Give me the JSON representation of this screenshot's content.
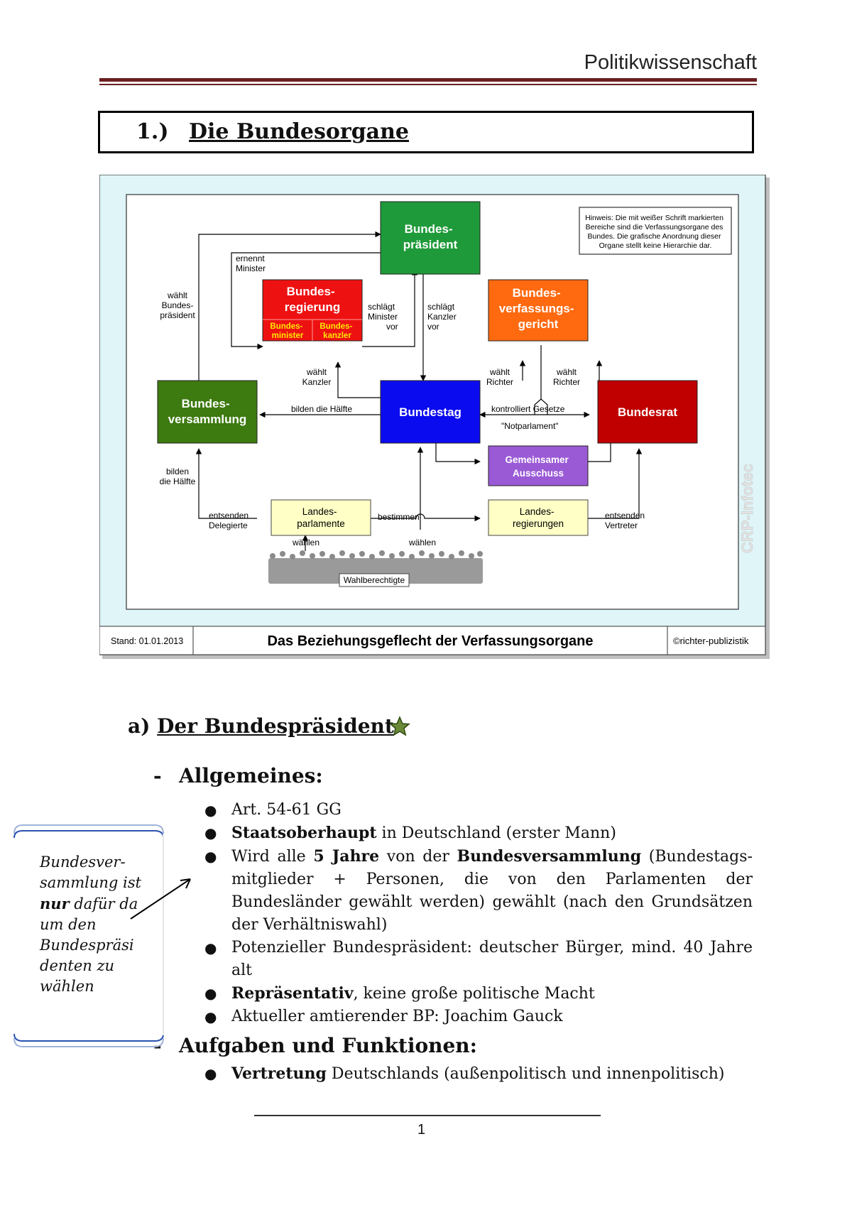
{
  "header": {
    "title": "Politikwissenschaft"
  },
  "chapter": {
    "number": "1.)",
    "title": "Die Bundesorgane"
  },
  "diagram": {
    "hint": [
      "Hinweis: Die mit weißer Schrift markierten",
      "Bereiche sind die Verfassungsorgane des",
      "Bundes. Die grafische Anordnung dieser",
      "Organe stellt keine Hierarchie dar."
    ],
    "boxes": {
      "bundespraesident": [
        "Bundes-",
        "präsident"
      ],
      "bundesregierung": [
        "Bundes-",
        "regierung"
      ],
      "bundesminister": [
        "Bundes-",
        "minister"
      ],
      "bundeskanzler": [
        "Bundes-",
        "kanzler"
      ],
      "bundesverfassungsgericht": [
        "Bundes-",
        "verfassungs-",
        "gericht"
      ],
      "bundesversammlung": [
        "Bundes-",
        "versammlung"
      ],
      "bundestag": "Bundestag",
      "bundesrat": "Bundesrat",
      "gemeinsamer_ausschuss": [
        "Gemeinsamer",
        "Ausschuss"
      ],
      "landesparlamente": [
        "Landes-",
        "parlamente"
      ],
      "landesregierungen": [
        "Landes-",
        "regierungen"
      ],
      "wahlberechtigte": "Wahlberechtigte"
    },
    "labels": {
      "ernennt_minister": [
        "ernennt",
        "Minister"
      ],
      "waehlt_bp": [
        "wählt",
        "Bundes-",
        "präsident"
      ],
      "schlaegt_minister_vor": [
        "schlägt",
        "Minister",
        "vor"
      ],
      "schlaegt_kanzler_vor": [
        "schlägt",
        "Kanzler",
        "vor"
      ],
      "waehlt_kanzler": [
        "wählt",
        "Kanzler"
      ],
      "waehlt_richter_left": [
        "wählt",
        "Richter"
      ],
      "waehlt_richter_right": [
        "wählt",
        "Richter"
      ],
      "bilden_die_haelfte_top": "bilden die Hälfte",
      "kontrolliert_gesetze": "kontrolliert Gesetze",
      "notparlament": "\"Notparlament\"",
      "bilden_die_haelfte_left": [
        "bilden",
        "die Hälfte"
      ],
      "entsenden_delegierte": [
        "entsenden",
        "Delegierte"
      ],
      "bestimmen": "bestimmen",
      "entsenden_vertreter": [
        "entsenden",
        "Vertreter"
      ],
      "waehlen_left": "wählen",
      "waehlen_right": "wählen"
    },
    "watermark": "CRP-Infotec",
    "footer": {
      "stand": "Stand: 01.01.2013",
      "title": "Das Beziehungsgeflecht der Verfassungsorgane",
      "copyright": "©richter-publizistik"
    },
    "colors": {
      "green": "#1f9a3a",
      "red": "#ee1111",
      "orange": "#ff6a10",
      "darkgreen": "#3d7a10",
      "blue": "#0b0bf0",
      "darkred": "#c00000",
      "purple": "#9a5ad6",
      "yellow": "#ffffc6",
      "frame": "#dff5f7",
      "yellowtext": "#ffe800"
    }
  },
  "section_a": {
    "label": "a)",
    "title": "Der Bundespräsident",
    "icon": "star-icon"
  },
  "allgemeines": {
    "heading": "Allgemeines:",
    "items": [
      {
        "pre": "Art. 54-61 GG"
      },
      {
        "bold": "Staatsoberhaupt",
        "rest": " in Deutschland (erster Mann)"
      },
      {
        "rich": true
      },
      {
        "pre": "Potenzieller Bundespräsident: deutscher Bürger, mind. 40 Jahre alt"
      },
      {
        "bold": "Repräsentativ",
        "rest": ", keine große politische Macht"
      },
      {
        "pre": "Aktueller amtierender BP: Joachim Gauck"
      }
    ],
    "item3": {
      "t1": "Wird alle ",
      "b1": "5 Jahre",
      "t2": " von der ",
      "b2": "Bundesversammlung",
      "t3": " (Bundestags-mitglieder + Personen, die von den Parlamenten der Bundesländer gewählt werden) gewählt (nach den Grundsätzen der Verhältniswahl)"
    }
  },
  "aufgaben": {
    "heading": "Aufgaben und Funktionen:",
    "items": [
      {
        "bold": "Vertretung",
        "rest": " Deutschlands (außenpolitisch und innenpolitisch)"
      }
    ]
  },
  "note": {
    "t1": "Bundesver-sammlung ist ",
    "b": "nur",
    "t2": " dafür da um den Bundespräsi denten zu wählen"
  },
  "page": {
    "number": "1"
  }
}
